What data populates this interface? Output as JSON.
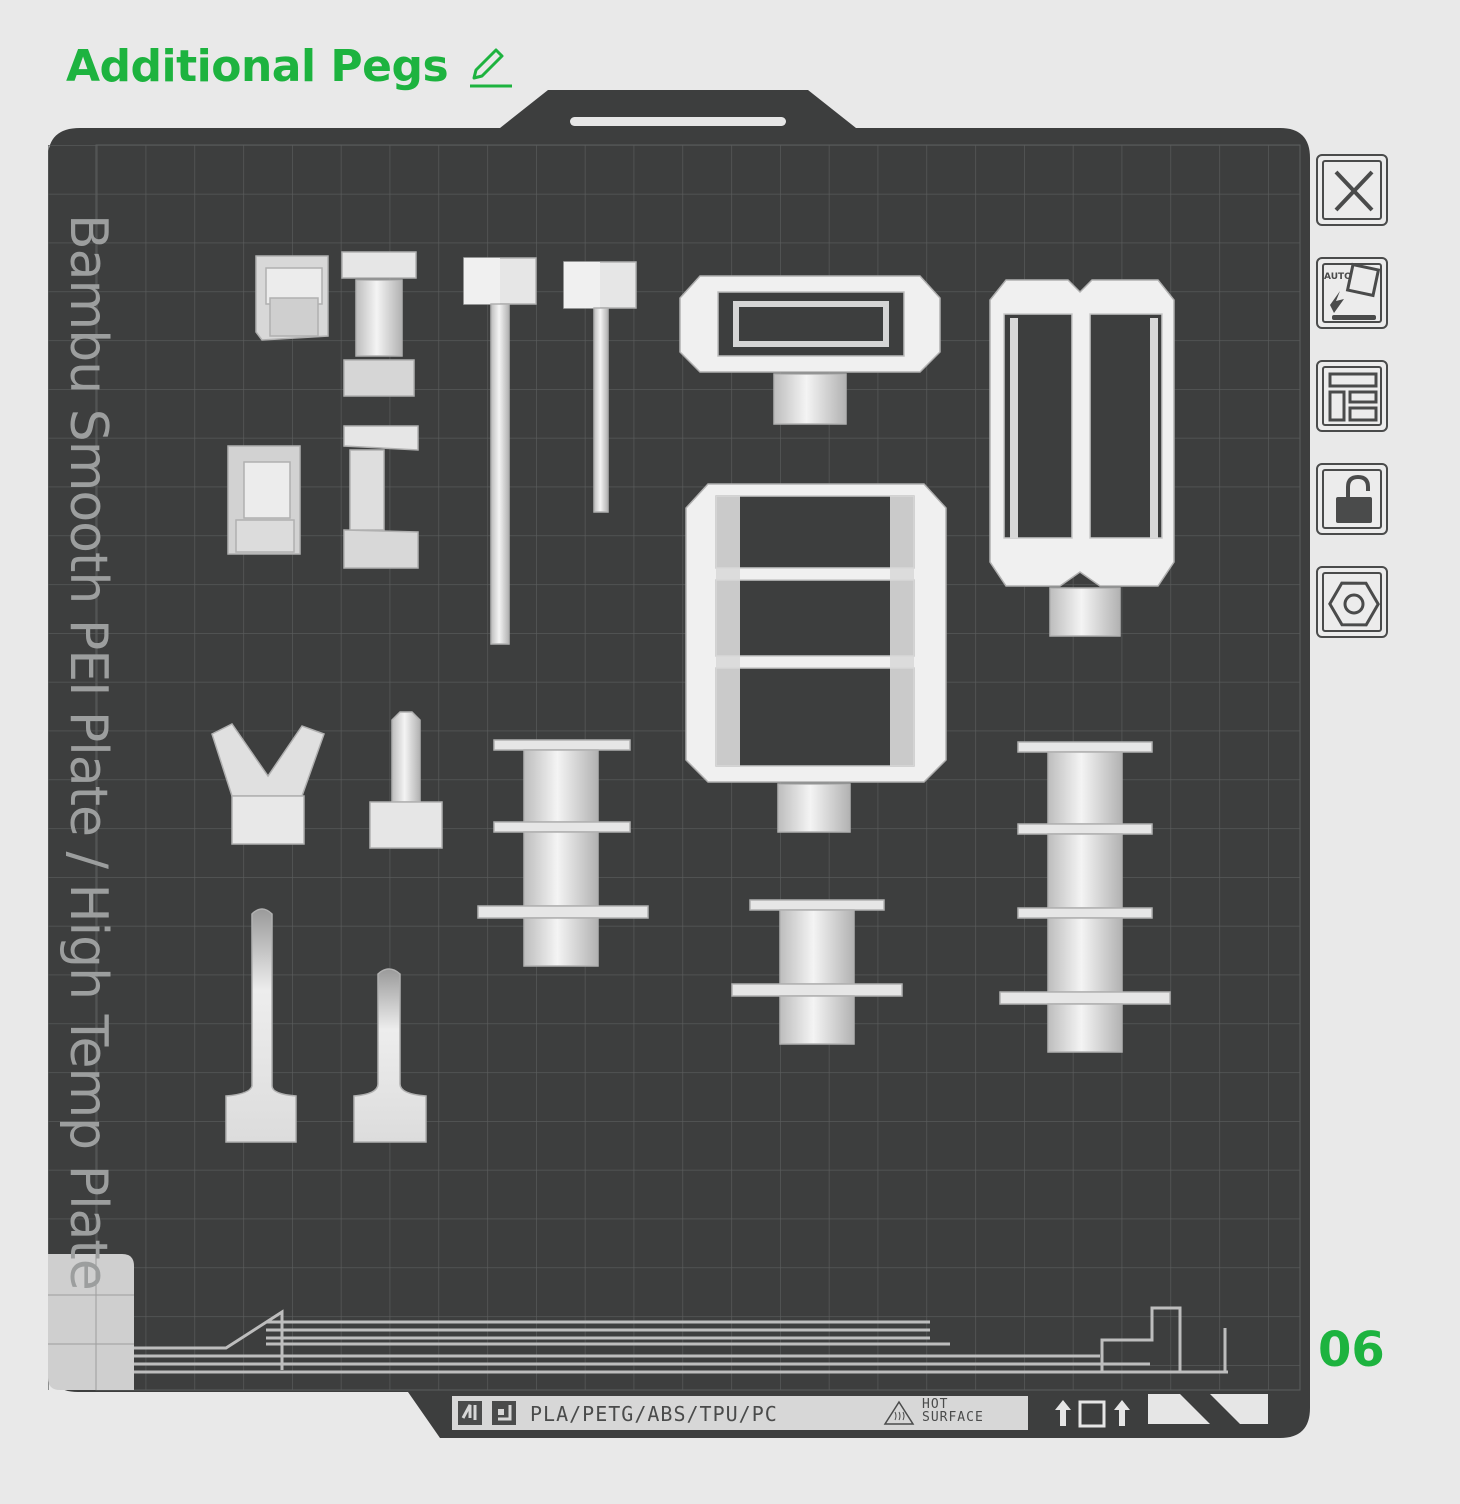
{
  "plate": {
    "title": "Additional Pegs",
    "number": "06",
    "bed_label": "Bambu Smooth PEI Plate / High Temp Plate",
    "materials": "PLA/PETG/ABS/TPU/PC",
    "hot_surface_1": "HOT",
    "hot_surface_2": "SURFACE"
  },
  "toolbar": {
    "auto_label": "AUTO",
    "buttons": [
      "close-icon",
      "auto-orient-icon",
      "arrange-icon",
      "unlock-icon",
      "hex-nut-icon"
    ]
  },
  "colors": {
    "accent": "#1db33f",
    "bed": "#3d3e3e",
    "grid": "#5b5d5d",
    "part": "#e6e6e6",
    "background": "#e9e9e9"
  }
}
